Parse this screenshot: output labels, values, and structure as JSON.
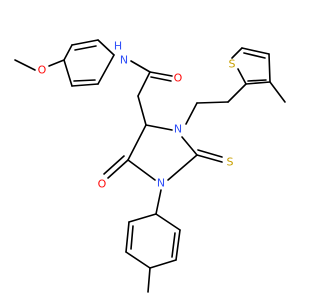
{
  "colors": {
    "bond": "#000000",
    "carbon": "#000000",
    "oxygen": "#ff0d0d",
    "nitrogen": "#3050f8",
    "sulfur": "#c8a000"
  },
  "atoms": {
    "methoxy_o": {
      "text": "O",
      "element": "oxygen"
    },
    "amide_nh": {
      "text": "N\nH",
      "element": "nitrogen"
    },
    "amide_o": {
      "text": "O",
      "element": "oxygen"
    },
    "thiophene_s": {
      "text": "S",
      "element": "sulfur"
    },
    "ring_n3": {
      "text": "N",
      "element": "nitrogen"
    },
    "ring_n1": {
      "text": "N",
      "element": "nitrogen"
    },
    "ketone_o": {
      "text": "O",
      "element": "oxygen"
    },
    "thione_s": {
      "text": "S",
      "element": "sulfur"
    }
  }
}
